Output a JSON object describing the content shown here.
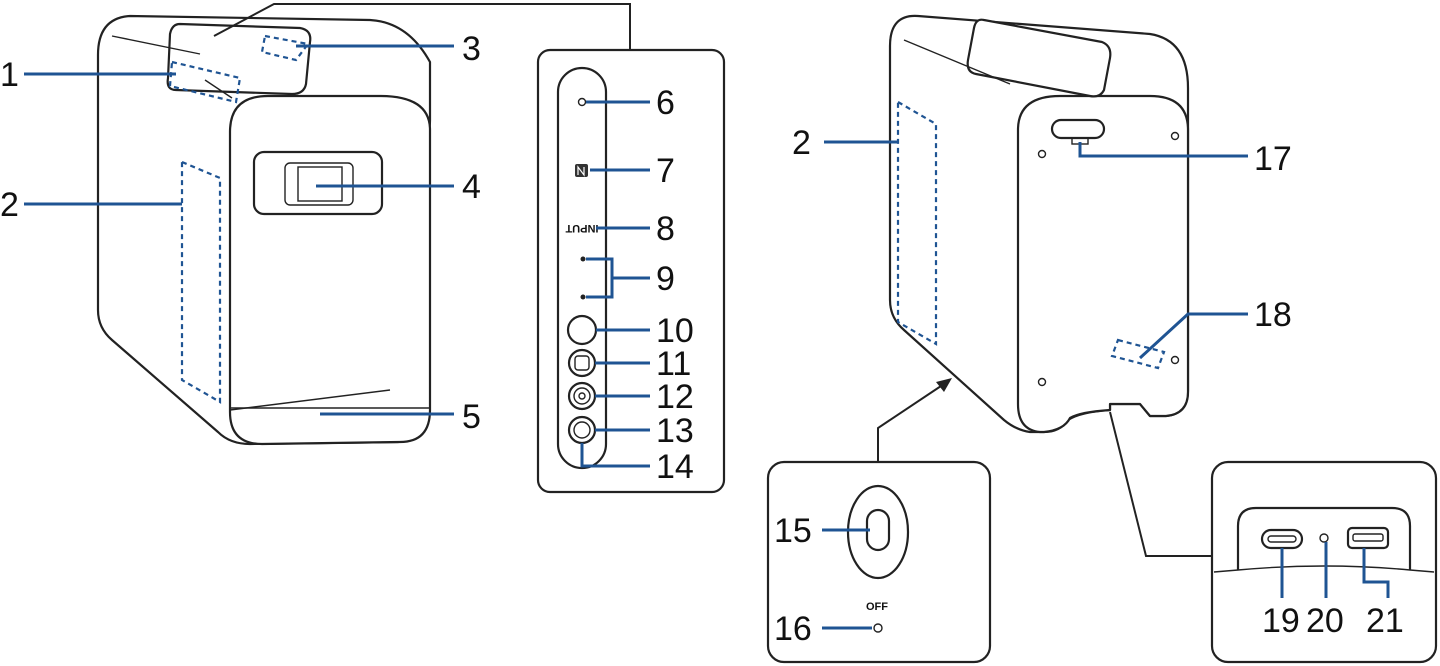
{
  "callouts": [
    "1",
    "2",
    "3",
    "4",
    "5",
    "6",
    "7",
    "8",
    "9",
    "10",
    "11",
    "12",
    "13",
    "14",
    "15",
    "16",
    "2",
    "17",
    "18",
    "19",
    "20",
    "21"
  ],
  "panel_labels": {
    "input": "INPUT",
    "off": "OFF"
  },
  "icons": [
    "nfc-icon"
  ],
  "colors": {
    "leader": "#1f5493",
    "outline": "#222222",
    "background": "#ffffff"
  }
}
